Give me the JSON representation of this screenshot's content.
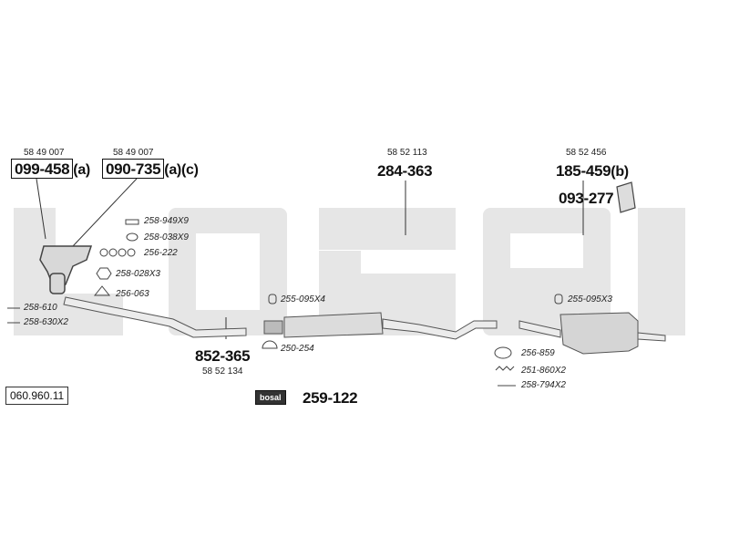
{
  "diagram_ref": "060.960.11",
  "brand_logo": "bosal",
  "watermark": "bosal",
  "parts": {
    "manifold": {
      "oe": "58 49 007",
      "number": "099-458",
      "suffix": "(a)"
    },
    "manifold_alt": {
      "oe": "58 49 007",
      "number": "090-735",
      "suffix": "(a)(c)"
    },
    "front_pipe": {
      "number": "852-365",
      "oe": "58 52 134"
    },
    "middle_silencer": {
      "oe": "58 52 113",
      "number": "284-363"
    },
    "rear_silencer": {
      "oe": "58 52 456",
      "number": "185-459",
      "suffix": "(b)"
    },
    "rear_bracket": {
      "number": "093-277"
    },
    "assembly_kit": {
      "number": "259-122"
    }
  },
  "accessories": {
    "a1": "258-949X9",
    "a2": "258-038X9",
    "a3": "256-222",
    "a4": "258-028X3",
    "a5": "256-063",
    "a6": "258-610",
    "a7": "258-630X2",
    "a8": "255-095X4",
    "a9": "250-254",
    "a10": "255-095X3",
    "a11": "256-859",
    "a12": "251-860X2",
    "a13": "258-794X2"
  }
}
